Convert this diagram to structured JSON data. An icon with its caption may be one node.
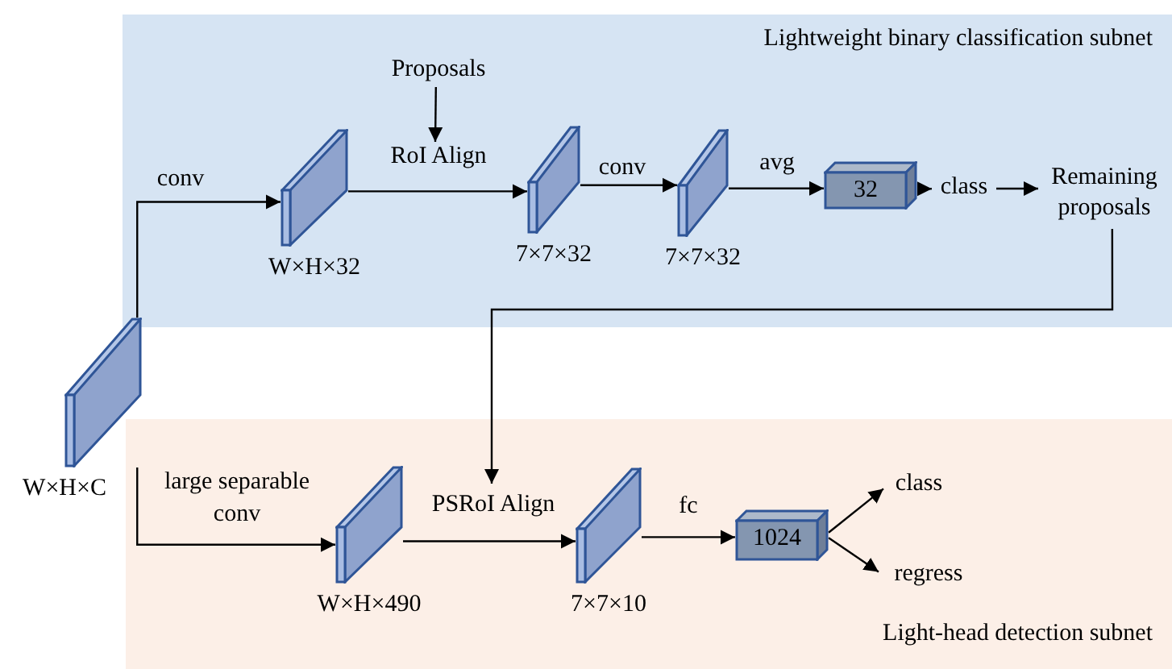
{
  "diagram": {
    "nodes": [
      {
        "text": [
          "Lightweight binary classification subnet"
        ]
      },
      {
        "text": [
          "Light-head detection subnet"
        ]
      },
      {
        "text": [],
        "shape": "box",
        "beside": [
          "W×H×C"
        ]
      },
      {
        "text": [],
        "shape": "box",
        "in": 0,
        "beside": [
          "W×H×32"
        ]
      },
      {
        "text": [
          "Proposals"
        ],
        "in": 0
      },
      {
        "text": [],
        "shape": "box",
        "in": 0,
        "beside": [
          "7×7×32"
        ]
      },
      {
        "text": [],
        "shape": "box",
        "in": 0,
        "beside": [
          "7×7×32"
        ]
      },
      {
        "text": [
          "32"
        ],
        "in": 0
      },
      {
        "text": [
          "class"
        ],
        "in": 0
      },
      {
        "text": [
          "Remaining proposals"
        ],
        "in": 0
      },
      {
        "text": [],
        "shape": "box",
        "in": 1,
        "beside": [
          "W×H×490"
        ]
      },
      {
        "text": [],
        "shape": "box",
        "in": 1,
        "beside": [
          "7×7×10"
        ]
      },
      {
        "text": [
          "1024"
        ],
        "in": 1
      },
      {
        "text": [
          "class"
        ],
        "in": 1
      },
      {
        "text": [
          "regress"
        ],
        "in": 1
      }
    ],
    "edges": [
      {
        "from": 2,
        "to": 3,
        "arrow": "to",
        "label": "conv"
      },
      {
        "from": 2,
        "to": 10,
        "arrow": "to",
        "label": "large separable conv"
      },
      {
        "from": 4,
        "to": null,
        "arrow": "to"
      },
      {
        "from": 3,
        "to": 5,
        "arrow": "to",
        "label": "RoI Align"
      },
      {
        "from": 5,
        "to": 6,
        "arrow": "to",
        "label": "conv"
      },
      {
        "from": 6,
        "to": 7,
        "arrow": "to",
        "label": "avg"
      },
      {
        "from": 7,
        "to": 8,
        "arrow": "to"
      },
      {
        "from": 8,
        "to": 9,
        "arrow": "to"
      },
      {
        "from": 9,
        "to": null,
        "arrow": "to"
      },
      {
        "from": 10,
        "to": 11,
        "arrow": "to",
        "label": "PSRoI Align"
      },
      {
        "from": 11,
        "to": 12,
        "arrow": "to",
        "label": "fc"
      },
      {
        "from": 12,
        "to": 13,
        "arrow": "to"
      },
      {
        "from": 12,
        "to": 14,
        "arrow": "to"
      }
    ]
  }
}
